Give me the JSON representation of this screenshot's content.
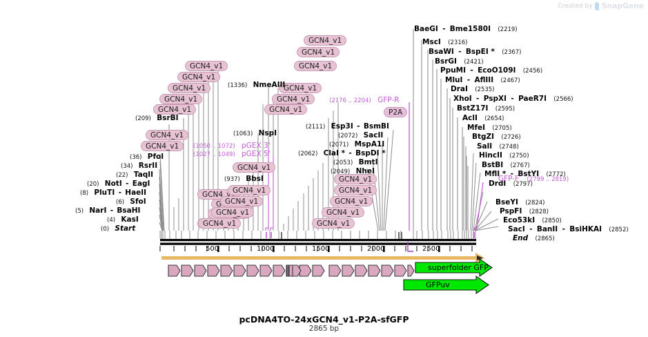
{
  "watermark": {
    "prefix": "Created by",
    "brand": "SnapGene"
  },
  "title": "pcDNA4TO-24xGCN4_v1-P2A-sfGFP",
  "subtitle": "2865 bp",
  "ruler": {
    "length_bp": 2865,
    "ticks": [
      500,
      1000,
      1500,
      2000,
      2500
    ],
    "tick_labels": [
      "500",
      "1000",
      "1500",
      "2000",
      "2500"
    ]
  },
  "features": {
    "orf_arrow": {
      "name": "orf-track",
      "color": "#e8b864"
    },
    "gcn4_repeat": {
      "label": "GCN4_v1",
      "count": 24,
      "color": "#d9a8c0"
    },
    "green": [
      {
        "label": "superfolder GFP",
        "color": "#00e800"
      },
      {
        "label": "GFPuv",
        "color": "#00e800"
      }
    ]
  },
  "chip_labels": {
    "gcn4": "GCN4_v1",
    "p2a": "P2A"
  },
  "sites_left": [
    {
      "pos": "(209)",
      "names": [
        "BsrBI"
      ],
      "italic": false
    },
    {
      "pos": "(36)",
      "names": [
        "PfoI"
      ],
      "italic": false
    },
    {
      "pos": "(34)",
      "names": [
        "RsrII"
      ],
      "italic": false
    },
    {
      "pos": "(22)",
      "names": [
        "TaqII"
      ],
      "italic": false
    },
    {
      "pos": "(20)",
      "names": [
        "NotI",
        "EagI"
      ],
      "italic": false
    },
    {
      "pos": "(8)",
      "names": [
        "PluTI",
        "HaeII"
      ],
      "italic": false
    },
    {
      "pos": "(6)",
      "names": [
        "SfoI"
      ],
      "italic": false
    },
    {
      "pos": "(5)",
      "names": [
        "NarI",
        "BsaHI"
      ],
      "italic": false
    },
    {
      "pos": "(4)",
      "names": [
        "KasI"
      ],
      "italic": false
    },
    {
      "pos": "(0)",
      "names": [
        "Start"
      ],
      "italic": true
    }
  ],
  "sites_mid": [
    {
      "pos": "(1336)",
      "names": [
        "NmeAIII"
      ],
      "italic": false
    },
    {
      "pos": "(1063)",
      "names": [
        "NspI"
      ],
      "italic": false
    },
    {
      "pos": "(937)",
      "names": [
        "BbsI"
      ],
      "italic": false
    },
    {
      "pos": "(2111)",
      "names": [
        "Esp3I",
        "BsmBI"
      ],
      "italic": false
    },
    {
      "pos": "(2072)",
      "names": [
        "SacII"
      ],
      "italic": false
    },
    {
      "pos": "(2071)",
      "names": [
        "MspA1I"
      ],
      "italic": false
    },
    {
      "pos": "(2062)",
      "names": [
        "ClaI *",
        "BspDI *"
      ],
      "italic": false
    },
    {
      "pos": "(2053)",
      "names": [
        "BmtI"
      ],
      "italic": false
    },
    {
      "pos": "(2049)",
      "names": [
        "NheI"
      ],
      "italic": false
    }
  ],
  "sites_right": [
    {
      "pos": "(2219)",
      "names": [
        "BaeGI",
        "Bme1580I"
      ],
      "italic": false
    },
    {
      "pos": "(2316)",
      "names": [
        "MscI"
      ],
      "italic": false
    },
    {
      "pos": "(2367)",
      "names": [
        "BsaWI",
        "BspEI *"
      ],
      "italic": false
    },
    {
      "pos": "(2421)",
      "names": [
        "BsrGI"
      ],
      "italic": false
    },
    {
      "pos": "(2456)",
      "names": [
        "PpuMI",
        "EcoO109I"
      ],
      "italic": false
    },
    {
      "pos": "(2467)",
      "names": [
        "MluI",
        "AflIII"
      ],
      "italic": false
    },
    {
      "pos": "(2535)",
      "names": [
        "DraI"
      ],
      "italic": false
    },
    {
      "pos": "(2566)",
      "names": [
        "XhoI",
        "PspXI",
        "PaeR7I"
      ],
      "italic": false
    },
    {
      "pos": "(2595)",
      "names": [
        "BstZ17I"
      ],
      "italic": false
    },
    {
      "pos": "(2654)",
      "names": [
        "AclI"
      ],
      "italic": false
    },
    {
      "pos": "(2705)",
      "names": [
        "MfeI"
      ],
      "italic": false
    },
    {
      "pos": "(2726)",
      "names": [
        "BtgZI"
      ],
      "italic": false
    },
    {
      "pos": "(2748)",
      "names": [
        "SalI"
      ],
      "italic": false
    },
    {
      "pos": "(2750)",
      "names": [
        "HincII"
      ],
      "italic": false
    },
    {
      "pos": "(2767)",
      "names": [
        "BstBI"
      ],
      "italic": false
    },
    {
      "pos": "(2772)",
      "names": [
        "MflI *",
        "BstYI"
      ],
      "italic": false
    },
    {
      "pos": "(2797)",
      "names": [
        "DrdI"
      ],
      "italic": false
    },
    {
      "pos": "(2824)",
      "names": [
        "BseYI"
      ],
      "italic": false
    },
    {
      "pos": "(2828)",
      "names": [
        "PspFI"
      ],
      "italic": false
    },
    {
      "pos": "(2850)",
      "names": [
        "Eco53kI"
      ],
      "italic": false
    },
    {
      "pos": "(2852)",
      "names": [
        "SacI",
        "BanII",
        "BsiHKAI"
      ],
      "italic": false
    },
    {
      "pos": "(2865)",
      "names": [
        "End"
      ],
      "italic": true
    }
  ],
  "primers": [
    {
      "range": "(1050 .. 1072)",
      "name": "pGEX 3'"
    },
    {
      "range": "(1027 .. 1049)",
      "name": "pGEX 5'"
    },
    {
      "range": "(2176 .. 2204)",
      "name": "GFP-R"
    },
    {
      "range": "(2799 .. 2819)",
      "name": "GFP-F"
    }
  ],
  "colors": {
    "primer": "#c45ad6",
    "chip_fill": "#e8c3d4",
    "chip_border": "#c89ab4",
    "green_feature": "#00e800",
    "orf_orange": "#e8b864",
    "backbone": "#000000",
    "connector": "#909090"
  }
}
